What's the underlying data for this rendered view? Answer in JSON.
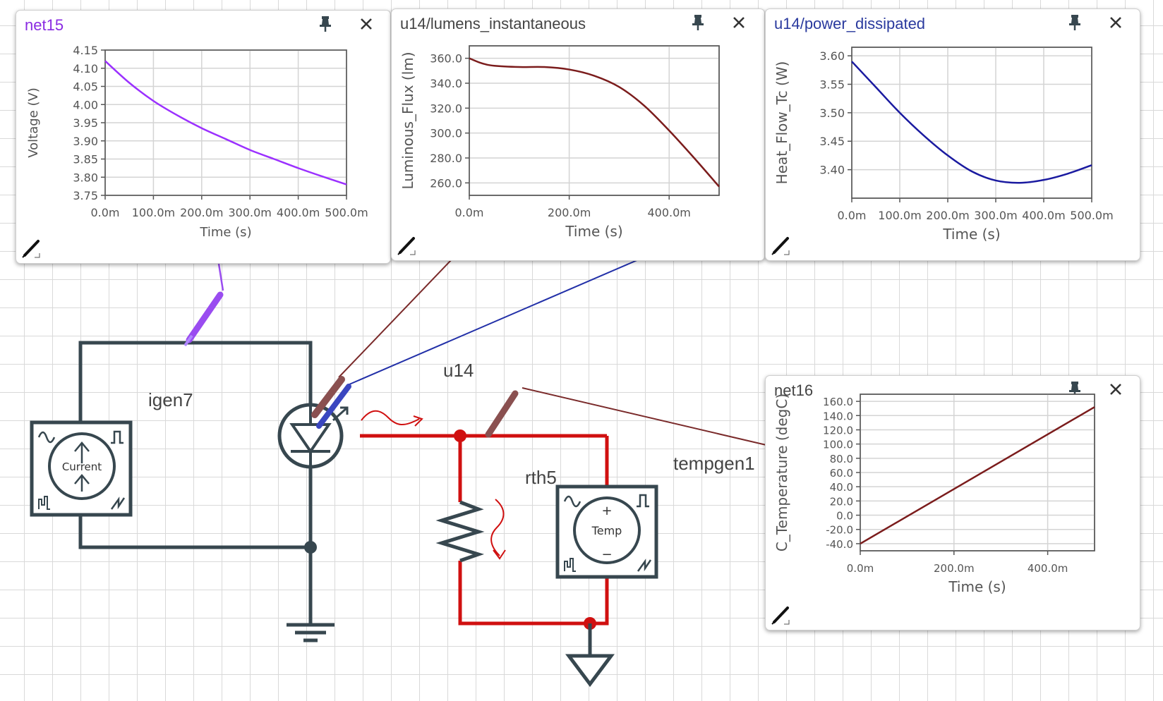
{
  "schematic": {
    "labels": {
      "igen7": "igen7",
      "u14": "u14",
      "rth5": "rth5",
      "tempgen1": "tempgen1"
    },
    "current_source_text": "Current",
    "temp_source_text": "Temp",
    "colors": {
      "wire_electrical": "#37474f",
      "wire_thermal": "#d01010",
      "probe_net15": "#9a4cf0",
      "probe_lumens": "#7a2a2a",
      "probe_power": "#2230a8",
      "probe_net16": "#7a2a2a"
    }
  },
  "windows": [
    {
      "id": "net15",
      "title": "net15",
      "title_color": "#8a2be2",
      "line_color": "#9b30ff",
      "chart_data": {
        "type": "line",
        "title": "",
        "xlabel": "Time (s)",
        "ylabel": "Voltage (V)",
        "xlim": [
          0,
          500
        ],
        "ylim": [
          3.75,
          4.15
        ],
        "xticks": [
          0,
          100,
          200,
          300,
          400,
          500
        ],
        "xtick_labels": [
          "0.0m",
          "100.0m",
          "200.0m",
          "300.0m",
          "400.0m",
          "500.0m"
        ],
        "yticks": [
          3.75,
          3.8,
          3.85,
          3.9,
          3.95,
          4.0,
          4.05,
          4.1,
          4.15
        ],
        "ytick_labels": [
          "3.75",
          "3.80",
          "3.85",
          "3.90",
          "3.95",
          "4.00",
          "4.05",
          "4.10",
          "4.15"
        ],
        "grid": true,
        "x": [
          0,
          50,
          100,
          150,
          200,
          250,
          300,
          350,
          400,
          450,
          500
        ],
        "y": [
          4.12,
          4.06,
          4.01,
          3.97,
          3.935,
          3.905,
          3.875,
          3.85,
          3.825,
          3.802,
          3.78
        ]
      }
    },
    {
      "id": "lumens",
      "title": "u14/lumens_instantaneous",
      "title_color": "#444444",
      "line_color": "#7b1c1c",
      "chart_data": {
        "type": "line",
        "title": "",
        "xlabel": "Time (s)",
        "ylabel": "Luminous_Flux (lm)",
        "xlim": [
          0,
          500
        ],
        "ylim": [
          250,
          370
        ],
        "xticks": [
          0,
          200,
          400
        ],
        "xtick_labels": [
          "0.0m",
          "200.0m",
          "400.0m"
        ],
        "yticks": [
          260,
          280,
          300,
          320,
          340,
          360
        ],
        "ytick_labels": [
          "260.0",
          "280.0",
          "300.0",
          "320.0",
          "340.0",
          "360.0"
        ],
        "grid": true,
        "x": [
          0,
          25,
          50,
          100,
          150,
          200,
          250,
          300,
          350,
          400,
          450,
          500
        ],
        "y": [
          360,
          356,
          354,
          353,
          353,
          351,
          346,
          337,
          322,
          302,
          280,
          257
        ]
      }
    },
    {
      "id": "power",
      "title": "u14/power_dissipated",
      "title_color": "#2a3a9e",
      "line_color": "#1a1aa0",
      "chart_data": {
        "type": "line",
        "title": "",
        "xlabel": "Time (s)",
        "ylabel": "Heat_Flow_Tc (W)",
        "xlim": [
          0,
          500
        ],
        "ylim": [
          3.35,
          3.615
        ],
        "xticks": [
          0,
          100,
          200,
          300,
          400,
          500
        ],
        "xtick_labels": [
          "0.0m",
          "100.0m",
          "200.0m",
          "300.0m",
          "400.0m",
          "500.0m"
        ],
        "yticks": [
          3.4,
          3.45,
          3.5,
          3.55,
          3.6
        ],
        "ytick_labels": [
          "3.40",
          "3.45",
          "3.50",
          "3.55",
          "3.60"
        ],
        "grid": true,
        "x": [
          0,
          50,
          100,
          150,
          200,
          250,
          300,
          350,
          400,
          450,
          500
        ],
        "y": [
          3.59,
          3.545,
          3.5,
          3.46,
          3.425,
          3.397,
          3.381,
          3.377,
          3.382,
          3.393,
          3.408
        ]
      }
    },
    {
      "id": "net16",
      "title": "net16",
      "title_color": "#444444",
      "line_color": "#7b1c1c",
      "chart_data": {
        "type": "line",
        "title": "",
        "xlabel": "Time (s)",
        "ylabel": "C_Temperature (degC)",
        "xlim": [
          0,
          500
        ],
        "ylim": [
          -50,
          170
        ],
        "xticks": [
          0,
          200,
          400
        ],
        "xtick_labels": [
          "0.0m",
          "200.0m",
          "400.0m"
        ],
        "yticks": [
          -40,
          -20,
          0,
          20,
          40,
          60,
          80,
          100,
          120,
          140,
          160
        ],
        "ytick_labels": [
          "-40.0",
          "-20.0",
          "0.0",
          "20.0",
          "40.0",
          "60.0",
          "80.0",
          "100.0",
          "120.0",
          "140.0",
          "160.0"
        ],
        "grid": true,
        "x": [
          0,
          500
        ],
        "y": [
          -40,
          152
        ]
      }
    }
  ]
}
